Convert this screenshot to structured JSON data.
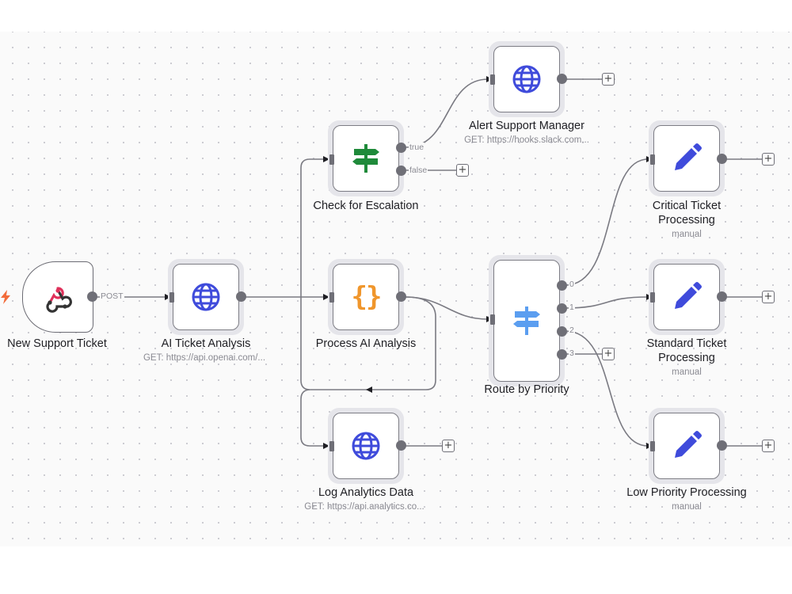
{
  "workflow": {
    "nodes": {
      "trigger": {
        "label": "New Support Ticket",
        "output_label": "POST",
        "icon": "webhook-icon",
        "icon_color": "#e0315b"
      },
      "ai_analysis": {
        "label": "AI Ticket Analysis",
        "sub": "GET: https://api.openai.com/...",
        "icon": "globe-icon",
        "icon_color": "#3f4bdb"
      },
      "check": {
        "label": "Check for Escalation",
        "icon": "signpost-icon",
        "icon_color": "#1f8a3a",
        "outputs": [
          "true",
          "false"
        ]
      },
      "process": {
        "label": "Process AI Analysis",
        "icon": "code-braces-icon",
        "icon_color": "#f0962c"
      },
      "log": {
        "label": "Log Analytics Data",
        "sub": "GET: https://api.analytics.co...",
        "icon": "globe-icon",
        "icon_color": "#3f4bdb"
      },
      "alert": {
        "label": "Alert Support Manager",
        "sub": "GET: https://hooks.slack.com...",
        "icon": "globe-icon",
        "icon_color": "#3f4bdb"
      },
      "route": {
        "label": "Route by Priority",
        "icon": "signpost-icon",
        "icon_color": "#5b9ef0",
        "outputs": [
          "0",
          "1",
          "2",
          "3"
        ]
      },
      "critical": {
        "label_line1": "Critical Ticket",
        "label_line2": "Processing",
        "sub": "manual",
        "icon": "pencil-icon",
        "icon_color": "#3f4bdb"
      },
      "standard": {
        "label_line1": "Standard Ticket",
        "label_line2": "Processing",
        "sub": "manual",
        "icon": "pencil-icon",
        "icon_color": "#3f4bdb"
      },
      "low": {
        "label": "Low Priority Processing",
        "sub": "manual",
        "icon": "pencil-icon",
        "icon_color": "#3f4bdb"
      }
    },
    "add_button_label": "+",
    "trigger_bolt_color": "#f26b3a"
  }
}
